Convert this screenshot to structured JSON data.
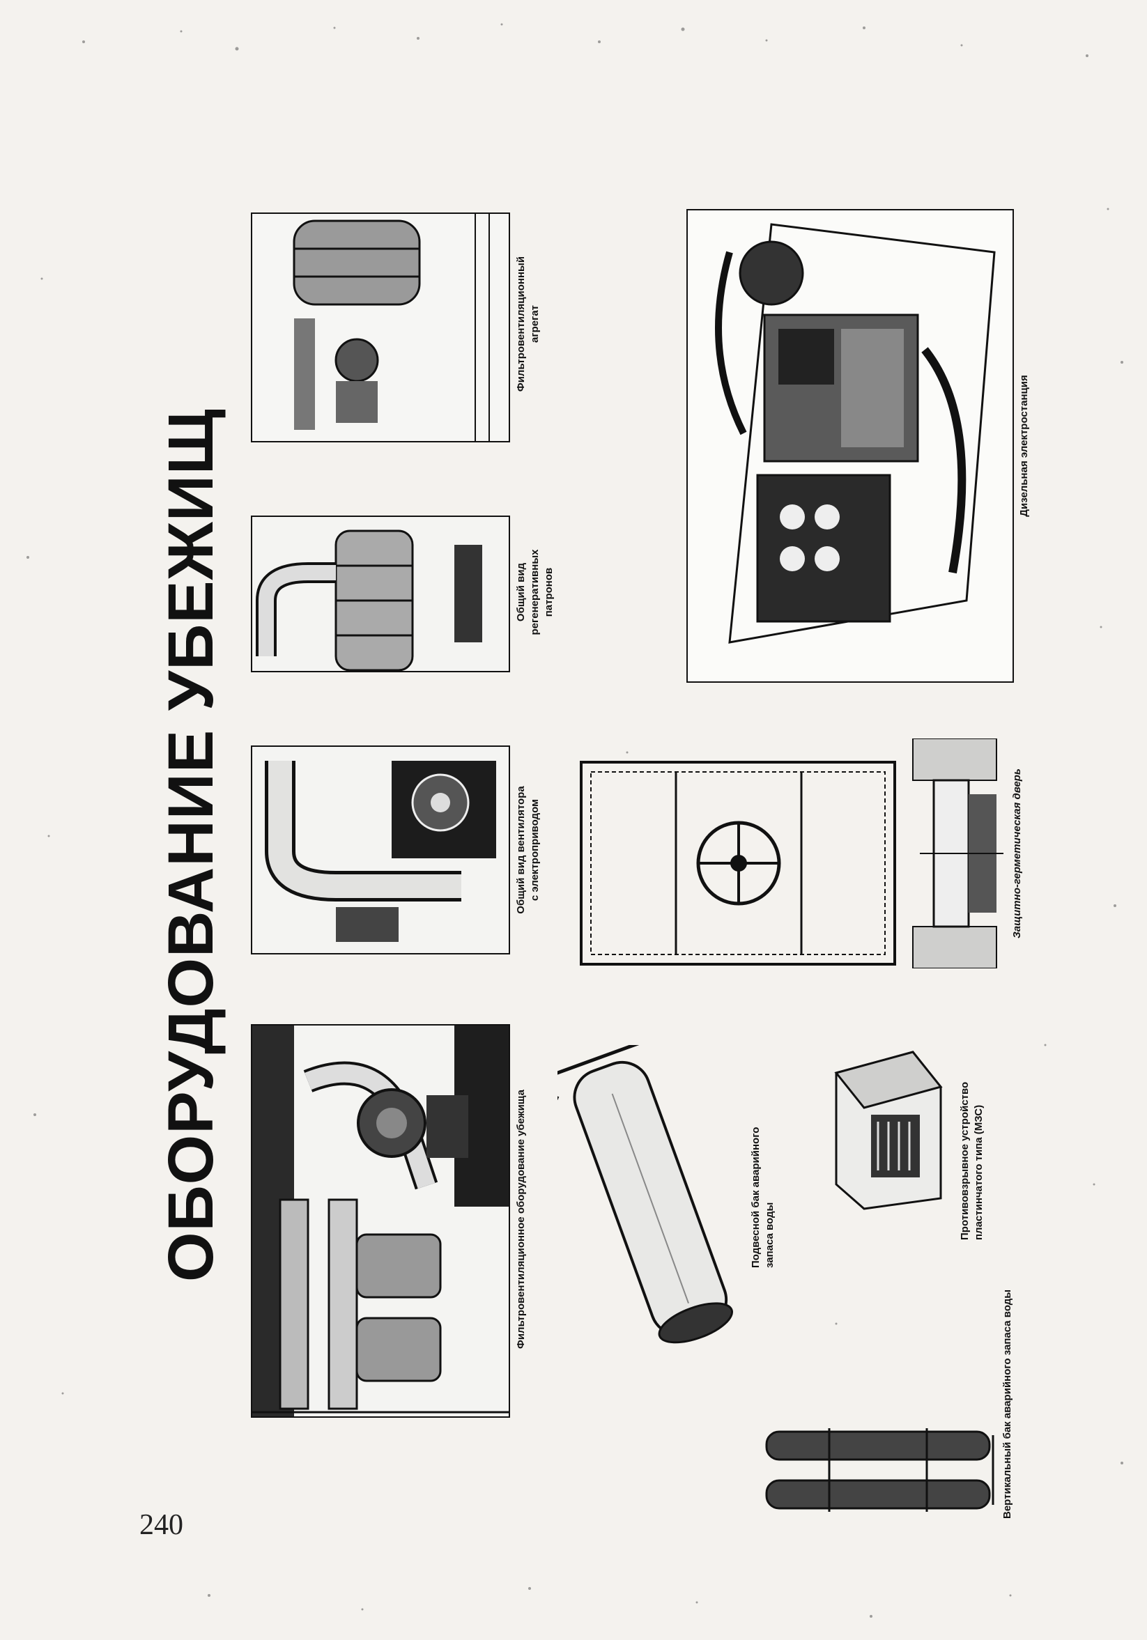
{
  "page": {
    "title": "ОБОРУДОВАНИЕ УБЕЖИЩ",
    "page_number": "240"
  },
  "captions": {
    "filter_equipment": "Фильтровентиляционное оборудование убежища",
    "fan_line1": "Общий вид вентилятора",
    "fan_line2": "с электроприводом",
    "regen_line1": "Общий вид",
    "regen_line2": "регенеративных",
    "regen_line3": "патронов",
    "filter_unit_line1": "Фильтровентиляционный",
    "filter_unit_line2": "агрегат",
    "hanging_tank_line1": "Подвесной бак аварийного",
    "hanging_tank_line2": "запаса воды",
    "blast_device_line1": "Противовзрывное устройство",
    "blast_device_line2": "пластинчатого типа (МЗС)",
    "protective_door": "Защитно-герметическая дверь",
    "diesel_station": "Дизельная электростанция",
    "vertical_tank": "Вертикальный бак аварийного запаса воды"
  },
  "colors": {
    "ink": "#111111",
    "paper": "#f4f2ee"
  }
}
